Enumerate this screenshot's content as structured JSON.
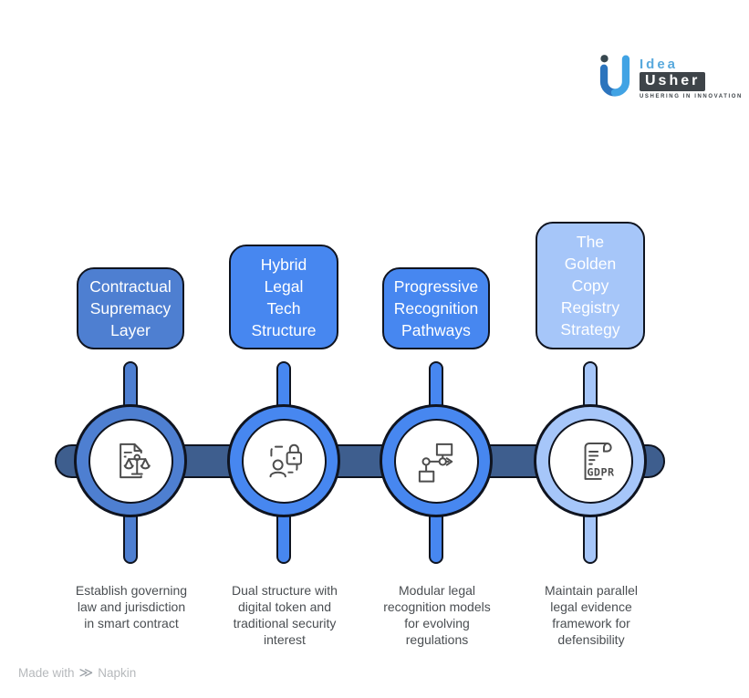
{
  "logo": {
    "idea": "Idea",
    "usher": "Usher",
    "tagline": "USHERING IN INNOVATION"
  },
  "footer": {
    "made_with": "Made with",
    "brand": "Napkin",
    "icon": "double-chevron"
  },
  "diagram": {
    "spine_color": "#3e5e8e",
    "outline_color": "#0f1420",
    "nodes": [
      {
        "title": "Contractual\nSupremacy\nLayer",
        "description": "Establish governing\nlaw and jurisdiction\nin smart contract",
        "accent": "#4e7fd1",
        "icon": "legal-document-scales"
      },
      {
        "title": "Hybrid\nLegal\nTech\nStructure",
        "description": "Dual structure with\ndigital token and\ntraditional security\ninterest",
        "accent": "#4787f0",
        "icon": "identity-lock"
      },
      {
        "title": "Progressive\nRecognition\nPathways",
        "description": "Modular legal\nrecognition models\nfor evolving\nregulations",
        "accent": "#4787f0",
        "icon": "flowchart"
      },
      {
        "title": "The\nGolden\nCopy\nRegistry\nStrategy",
        "description": "Maintain parallel\nlegal evidence\nframework for\ndefensibility",
        "accent": "#a6c6f9",
        "icon": "gdpr-scroll",
        "icon_label": "GDPR"
      }
    ]
  }
}
